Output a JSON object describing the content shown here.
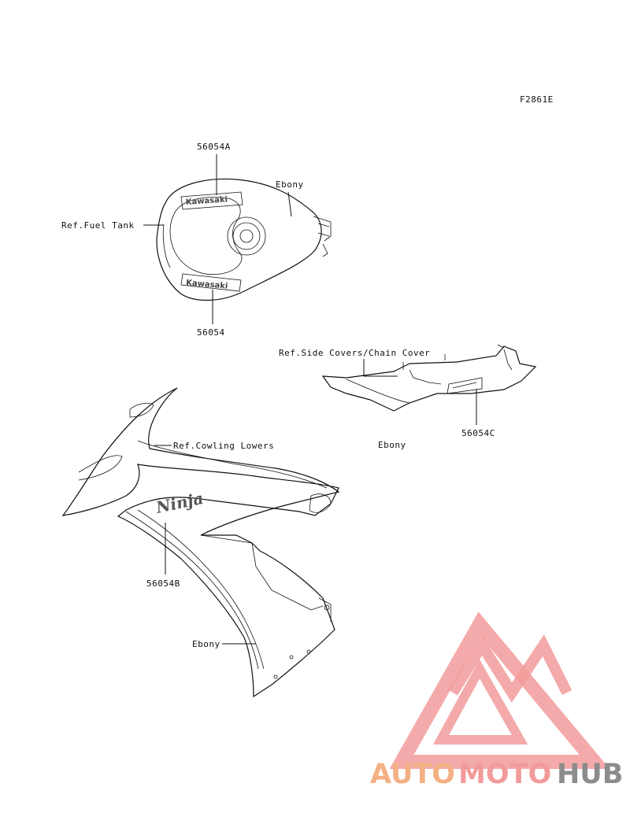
{
  "figure_code": "F2861E",
  "labels": {
    "tank_top_part": "56054A",
    "tank_bottom_part": "56054",
    "tank_color": "Ebony",
    "fuel_tank_ref": "Ref.Fuel Tank",
    "side_covers_ref": "Ref.Side Covers/Chain Cover",
    "tail_part": "56054C",
    "tail_color": "Ebony",
    "cowling_ref": "Ref.Cowling Lowers",
    "cowl_part": "56054B",
    "cowl_color": "Ebony"
  },
  "decals": {
    "tank_upper": "Kawasaki",
    "tank_lower": "Kawasaki",
    "cowl": "Ninja"
  },
  "watermark": {
    "word_a": "AUTO",
    "word_b": "MOTO",
    "word_c": "HUB",
    "color_a": "#f4b183",
    "color_b": "#f29b9b",
    "color_c": "#8c8c8c",
    "triangle_color": "#f29b9b"
  }
}
